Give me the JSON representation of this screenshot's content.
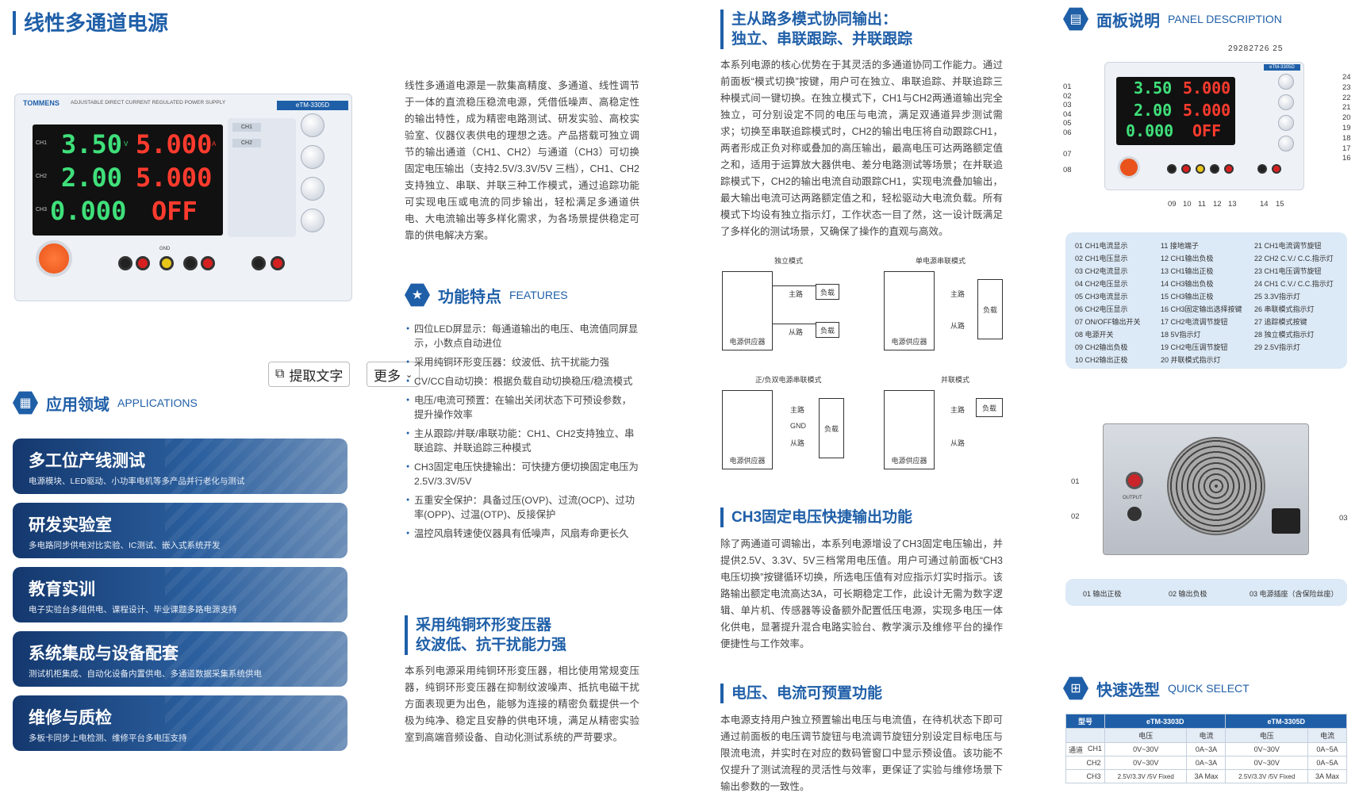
{
  "col1": {
    "title": "线性多通道电源",
    "device": {
      "brand": "TOMMENS",
      "subtitle": "ADJUSTABLE DIRECT CURRENT REGULATED POWER SUPPLY",
      "model": "eTM-3305D",
      "ch1_label": "CH1",
      "ch2_label": "CH2",
      "ch3_label": "CH3",
      "ch1_v": "3.50",
      "ch1_a": "5.000",
      "ch2_v": "2.00",
      "ch2_a": "5.000",
      "ch3_v": "0.000",
      "ch3_a": "OFF",
      "unit_v": "V",
      "unit_a": "A",
      "btn_ch1": "CH1",
      "btn_ch2": "CH2",
      "gnd": "GND"
    },
    "toolbar": {
      "extract_text": "提取文字",
      "more": "更多"
    },
    "applications": {
      "title_zh": "应用领域",
      "title_en": "APPLICATIONS",
      "items": [
        {
          "title": "多工位产线测试",
          "sub": "电源模块、LED驱动、小功率电机等多产品并行老化与测试"
        },
        {
          "title": "研发实验室",
          "sub": "多电路同步供电对比实验、IC测试、嵌入式系统开发"
        },
        {
          "title": "教育实训",
          "sub": "电子实验台多组供电、课程设计、毕业课题多路电源支持"
        },
        {
          "title": "系统集成与设备配套",
          "sub": "测试机柜集成、自动化设备内置供电、多通道数据采集系统供电"
        },
        {
          "title": "维修与质检",
          "sub": "多板卡同步上电检测、维修平台多电压支持"
        }
      ]
    }
  },
  "col2": {
    "intro": "线性多通道电源是一款集高精度、多通道、线性调节于一体的直流稳压稳流电源，凭借低噪声、高稳定性的输出特性，成为精密电路测试、研发实验、高校实验室、仪器仪表供电的理想之选。产品搭载可独立调节的输出通道（CH1、CH2）与通道（CH3）可切换固定电压输出（支持2.5V/3.3V/5V 三档），CH1、CH2支持独立、串联、并联三种工作模式，通过追踪功能可实现电压或电流的同步输出，轻松满足多通道供电、大电流输出等多样化需求，为各场景提供稳定可靠的供电解决方案。",
    "features": {
      "title_zh": "功能特点",
      "title_en": "FEATURES",
      "items": [
        "四位LED屏显示：每通道输出的电压、电流值同屏显示，小数点自动进位",
        "采用纯铜环形变压器：纹波低、抗干扰能力强",
        "CV/CC自动切换：根据负载自动切换稳压/稳流模式",
        "电压/电流可预置：在输出关闭状态下可预设参数，提升操作效率",
        "主从跟踪/并联/串联功能：CH1、CH2支持独立、串联追踪、并联追踪三种模式",
        "CH3固定电压快捷输出：可快捷方便切换固定电压为2.5V/3.3V/5V",
        "五重安全保护：具备过压(OVP)、过流(OCP)、过功率(OPP)、过温(OTP)、反接保护",
        "温控风扇转速使仪器具有低噪声，风扇寿命更长久"
      ]
    },
    "transformer": {
      "title_line1": "采用纯铜环形变压器",
      "title_line2": "纹波低、抗干扰能力强",
      "body": "本系列电源采用纯铜环形变压器，相比使用常规变压器，纯铜环形变压器在抑制纹波噪声、抵抗电磁干扰方面表现更为出色，能够为连接的精密负载提供一个极为纯净、稳定且安静的供电环境，满足从精密实验室到高端音频设备、自动化测试系统的严苛要求。"
    }
  },
  "col3": {
    "modes": {
      "title_line1": "主从路多模式协同输出：",
      "title_line2": "独立、串联跟踪、并联跟踪",
      "body": "本系列电源的核心优势在于其灵活的多通道协同工作能力。通过前面板“模式切换”按键，用户可在独立、串联追踪、并联追踪三种模式间一键切换。在独立模式下，CH1与CH2两通道输出完全独立，可分别设定不同的电压与电流，满足双通道异步测试需求；切换至串联追踪模式时，CH2的输出电压将自动跟踪CH1，两者形成正负对称或叠加的高压输出，最高电压可达两路额定值之和，适用于运算放大器供电、差分电路测试等场景；在并联追踪模式下，CH2的输出电流自动跟踪CH1，实现电流叠加输出，最大输出电流可达两路额定值之和，轻松驱动大电流负载。所有模式下均设有独立指示灯，工作状态一目了然，这一设计既满足了多样化的测试场景，又确保了操作的直观与高效。",
      "diagrams": {
        "independent": "独立模式",
        "single_series": "单电源串联模式",
        "dual_series": "正/负双电源串联模式",
        "parallel": "并联模式",
        "master": "主路",
        "slave": "从路",
        "load": "负载",
        "supply": "电源供应器",
        "gnd": "GND"
      }
    },
    "ch3": {
      "title": "CH3固定电压快捷输出功能",
      "body": "除了两通道可调输出，本系列电源增设了CH3固定电压输出，并提供2.5V、3.3V、5V三档常用电压值。用户可通过前面板“CH3电压切换”按键循环切换，所选电压值有对应指示灯实时指示。该路输出额定电流高达3A，可长期稳定工作，此设计无需为数字逻辑、单片机、传感器等设备额外配置低压电源，实现多电压一体化供电，显著提升混合电路实验台、教学演示及维修平台的操作便捷性与工作效率。"
    },
    "preset": {
      "title": "电压、电流可预置功能",
      "body": "本电源支持用户独立预置输出电压与电流值，在待机状态下即可通过前面板的电压调节旋钮与电流调节旋钮分别设定目标电压与限流电流，并实时在对应的数码管窗口中显示预设值。该功能不仅提升了测试流程的灵活性与效率，更保证了实验与维修场景下输出参数的一致性。"
    }
  },
  "col4": {
    "panel": {
      "title_zh": "面板说明",
      "title_en": "PANEL DESCRIPTION",
      "top_nums": [
        "29",
        "28",
        "27",
        "26",
        "25"
      ],
      "left_nums": [
        "01",
        "02",
        "03",
        "04",
        "05",
        "06",
        "07",
        "08"
      ],
      "right_nums": [
        "24",
        "23",
        "22",
        "21",
        "20",
        "19",
        "18",
        "17",
        "16"
      ],
      "bottom_nums": [
        "09",
        "10",
        "11",
        "12",
        "13",
        "14",
        "15"
      ],
      "lcd": {
        "v1": "3.50",
        "a1": "5.000",
        "v2": "2.00",
        "a2": "5.000",
        "v3": "0.000",
        "a3": "OFF",
        "model": "eTM-3305D"
      },
      "legend": [
        [
          "01 CH1电流显示",
          "11 接地端子",
          "21 CH1电流调节旋钮"
        ],
        [
          "02 CH1电压显示",
          "12 CH1输出负极",
          "22 CH2 C.V./ C.C.指示灯"
        ],
        [
          "03 CH2电流显示",
          "13 CH1输出正极",
          "23 CH1电压调节旋钮"
        ],
        [
          "04 CH2电压显示",
          "14 CH3输出负极",
          "24 CH1 C.V./ C.C.指示灯"
        ],
        [
          "05 CH3电流显示",
          "15 CH3输出正极",
          "25 3.3V指示灯"
        ],
        [
          "06 CH2电压显示",
          "16 CH3固定输出选择按键",
          "26 串联模式指示灯"
        ],
        [
          "07 ON/OFF输出开关",
          "17 CH2电流调节旋钮",
          "27 追踪模式按键"
        ],
        [
          "08 电源开关",
          "18 5V指示灯",
          "28 独立模式指示灯"
        ],
        [
          "09 CH2输出负极",
          "19 CH2电压调节旋钮",
          "29 2.5V指示灯"
        ],
        [
          "10 CH2输出正极",
          "20 并联模式指示灯",
          ""
        ]
      ]
    },
    "rear": {
      "nums": [
        "01",
        "02",
        "03"
      ],
      "output": "OUTPUT",
      "legend": [
        "01 输出正极",
        "02 输出负极",
        "03 电源插座（含保险丝座）"
      ]
    },
    "quick": {
      "title_zh": "快速选型",
      "title_en": "QUICK SELECT",
      "model_label": "型号",
      "models": [
        "eTM-3303D",
        "eTM-3305D"
      ],
      "voltage": "电压",
      "current": "电流",
      "channel": "通道",
      "rows": [
        {
          "ch": "CH1",
          "v1": "0V~30V",
          "a1": "0A~3A",
          "v2": "0V~30V",
          "a2": "0A~5A"
        },
        {
          "ch": "CH2",
          "v1": "0V~30V",
          "a1": "0A~3A",
          "v2": "0V~30V",
          "a2": "0A~5A"
        },
        {
          "ch": "CH3",
          "v1": "2.5V/3.3V /5V Fixed",
          "a1": "3A Max",
          "v2": "2.5V/3.3V /5V Fixed",
          "a2": "3A Max"
        }
      ]
    }
  }
}
